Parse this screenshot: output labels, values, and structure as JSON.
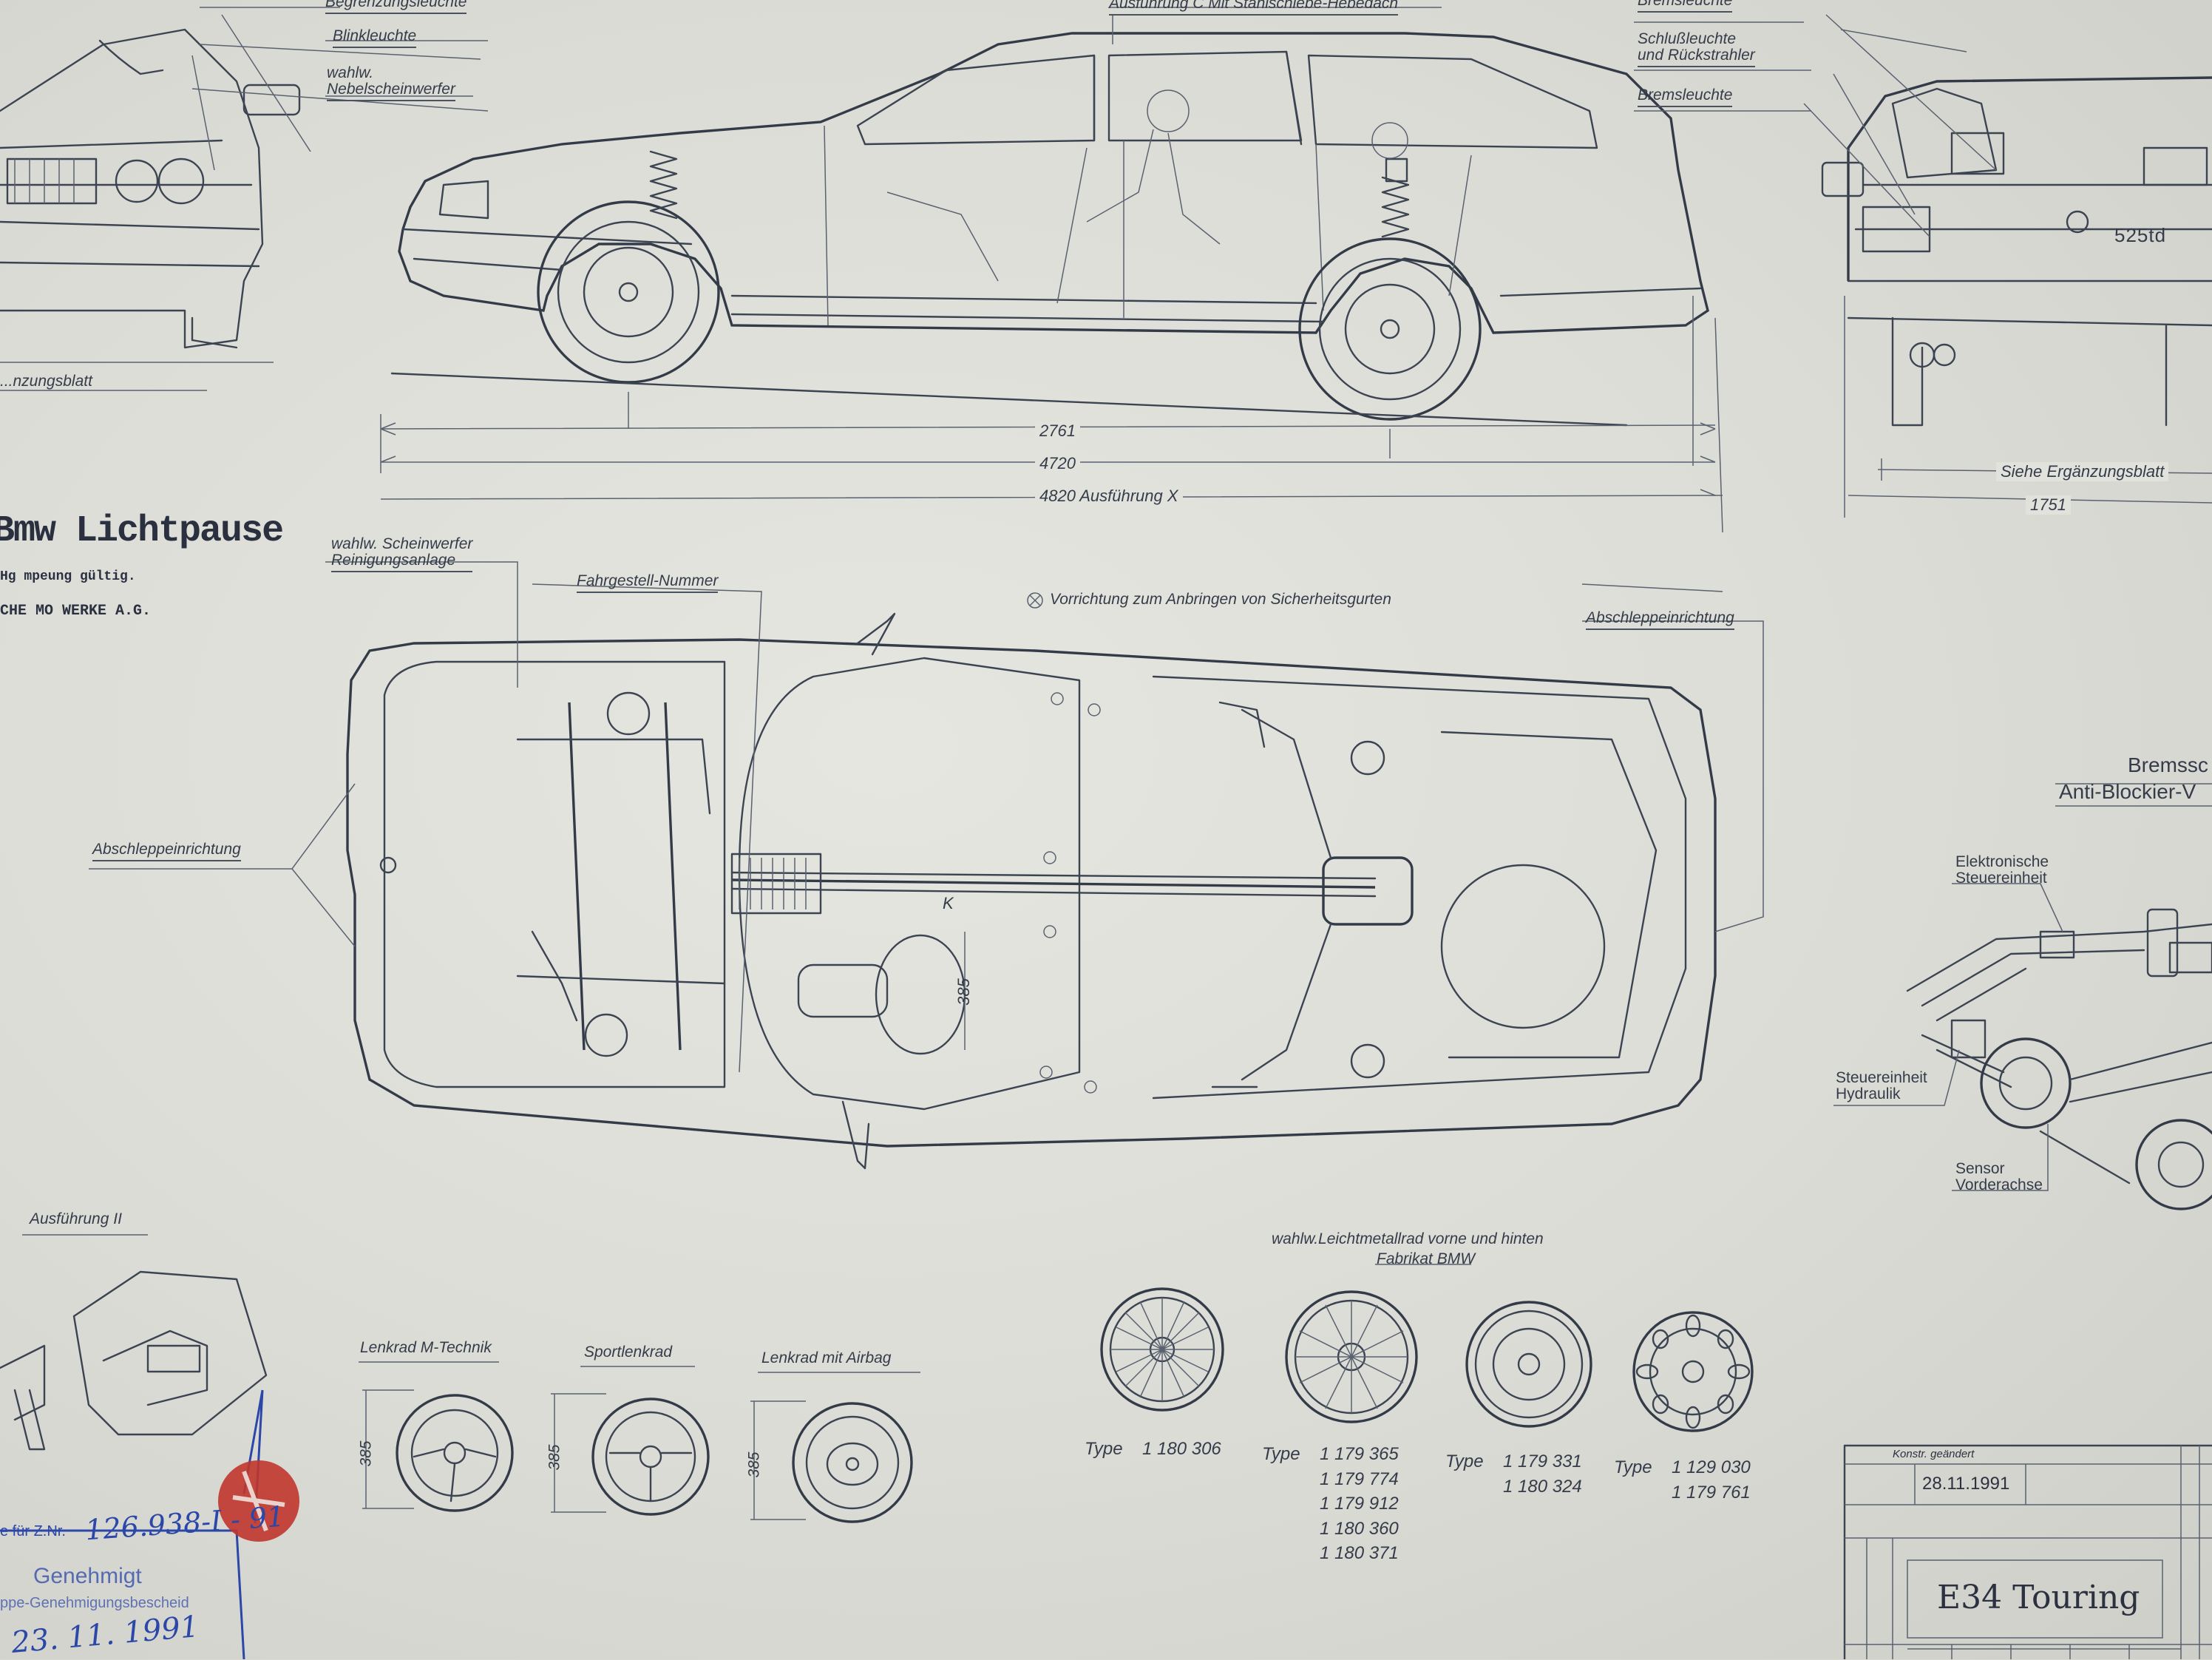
{
  "colors": {
    "paper": "#dcdcd6",
    "ink": "#3c4452",
    "stamp_blue": "#2b47a8",
    "stamp_red": "#c0362c"
  },
  "front_view": {
    "labels": [
      "Begrenzungsleuchte",
      "Blinkleuchte",
      "wahlw.\nNebelscheinwerfer"
    ],
    "note": "...nzungsblatt"
  },
  "side_view": {
    "top_label": "Ausführung C Mit Stahlschiebe-Hebedach",
    "dims": [
      "2761",
      "4720",
      "4820  Ausführung  X"
    ]
  },
  "rear_view": {
    "labels": [
      "Bremsleuchte",
      "Schlußleuchte\nund Rückstrahler",
      "Bremsleuchte"
    ],
    "badge": "525td",
    "note": "Siehe Ergänzungsblatt",
    "dim": "1751"
  },
  "stamp_left": {
    "line1": "Bmw Lichtpause",
    "line2": "Hg  mpeung  gültig.",
    "line3": "CHE  MO  WERKE  A.G."
  },
  "top_view": {
    "labels": {
      "headlamp_wash": "wahlw. Scheinwerfer\nReinigungsanlage",
      "chassis_no": "Fahrgestell-Nummer",
      "seatbelt": "Vorrichtung zum Anbringen von Sicherheitsgurten",
      "tow_rear": "Abschleppeinrichtung",
      "tow_front": "Abschleppeinrichtung"
    },
    "k_mark": "K",
    "dim_385": "385"
  },
  "abs": {
    "title_line1": "Bremssc",
    "title_line2": "Anti-Blockier-V",
    "labels": [
      "Elektronische\nSteuereinheit",
      "Steuereinheit\nHydraulik",
      "Sensor\nVorderachse"
    ]
  },
  "variant": {
    "label": "Ausführung II"
  },
  "steering_wheels": [
    {
      "title": "Lenkrad M-Technik",
      "dim": "385"
    },
    {
      "title": "Sportlenkrad",
      "dim": "385"
    },
    {
      "title": "Lenkrad mit Airbag",
      "dim": "385"
    }
  ],
  "wheels": {
    "header_line1": "wahlw.Leichtmetallrad vorne und hinten",
    "header_line2": "Fabrikat BMW",
    "items": [
      {
        "type_label": "Type",
        "numbers": "1 180 306",
        "icon": "multi-spoke-wheel-icon"
      },
      {
        "type_label": "Type",
        "numbers": "1 179 365\n1 179 774\n1 179 912\n1 180 360\n1 180 371",
        "icon": "cross-spoke-wheel-icon"
      },
      {
        "type_label": "Type",
        "numbers": "1 179 331\n1 180 324",
        "icon": "turbine-wheel-icon"
      },
      {
        "type_label": "Type",
        "numbers": "1 129 030\n1 179 761",
        "icon": "slotted-wheel-icon"
      }
    ]
  },
  "approval_stamp": {
    "prefix": "e für Z.Nr.",
    "number": "126.938-I - 91",
    "word": "Genehmigt",
    "sub": "ppe-Genehmigungsbescheid",
    "date": "23. 11. 1991"
  },
  "title_block": {
    "small_header": "Konstr. geändert",
    "date": "28.11.1991",
    "title": "E34 Touring"
  }
}
